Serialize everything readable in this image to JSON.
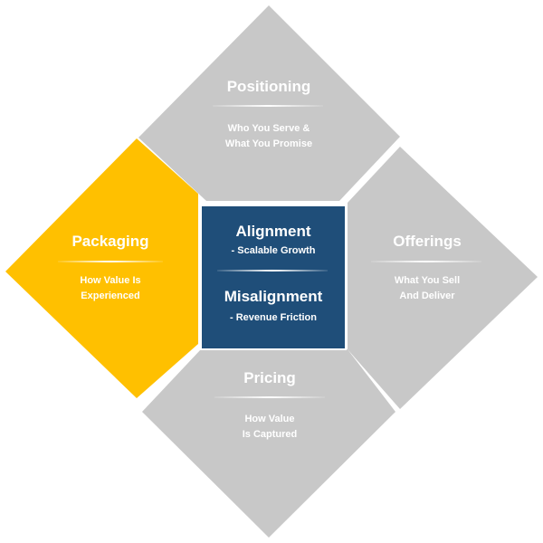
{
  "colors": {
    "segment_gray": "#c8c8c8",
    "segment_highlight": "#ffc000",
    "center_fill": "#1f4e79",
    "separator": "#ffffff",
    "text": "#ffffff"
  },
  "segments": {
    "top": {
      "title": "Positioning",
      "line1": "Who You Serve &",
      "line2": "What You Promise"
    },
    "right": {
      "title": "Offerings",
      "line1": "What You Sell",
      "line2": "And Deliver"
    },
    "bottom": {
      "title": "Pricing",
      "line1": "How Value",
      "line2": "Is Captured"
    },
    "left": {
      "title": "Packaging",
      "line1": "How Value Is",
      "line2": "Experienced"
    }
  },
  "center": {
    "title1": "Alignment",
    "sub1": "-  Scalable Growth",
    "title2": "Misalignment",
    "sub2": "-  Revenue Friction"
  }
}
